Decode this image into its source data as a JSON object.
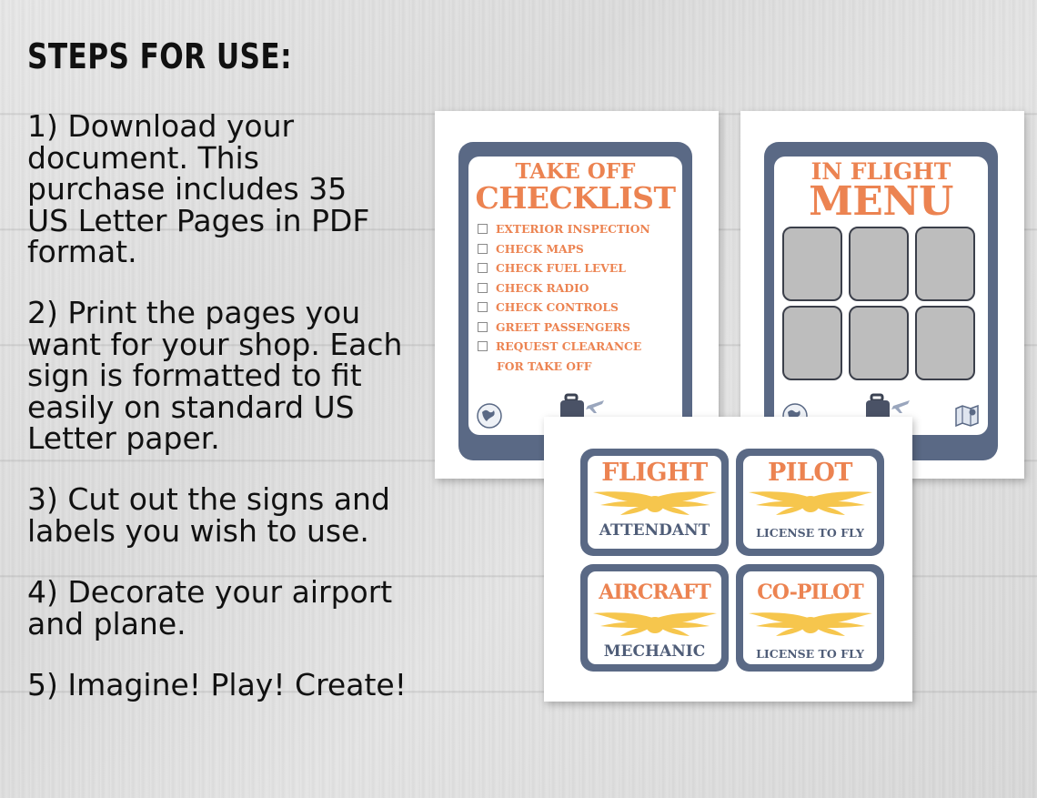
{
  "instructions": {
    "title": "STEPS FOR USE:",
    "steps": [
      "1) Download your\ndocument. This\npurchase includes 35\nUS Letter Pages in PDF\nformat.",
      "2) Print the pages you\nwant for your shop. Each\nsign is formatted to fit\neasily on standard US\nLetter paper.",
      "3) Cut out the signs and\nlabels you wish to use.",
      "4) Decorate your airport\nand plane.",
      "5) Imagine! Play! Create!"
    ]
  },
  "checklist_sign": {
    "title_small": "TAKE OFF",
    "title_big": "CHECKLIST",
    "items": [
      "EXTERIOR INSPECTION",
      "CHECK MAPS",
      "CHECK FUEL LEVEL",
      "CHECK RADIO",
      "CHECK CONTROLS",
      "GREET PASSENGERS",
      "REQUEST CLEARANCE"
    ],
    "item_continuation": "FOR TAKE OFF"
  },
  "menu_sign": {
    "title_small": "IN FLIGHT",
    "title_big": "MENU",
    "slot_count": 6
  },
  "badges": [
    {
      "title": "FLIGHT",
      "subtitle": "ATTENDANT"
    },
    {
      "title": "PILOT",
      "subtitle": "LICENSE TO FLY"
    },
    {
      "title": "AIRCRAFT",
      "subtitle": "MECHANIC"
    },
    {
      "title": "CO-PILOT",
      "subtitle": "LICENSE TO FLY"
    }
  ],
  "colors": {
    "accent_orange": "#ec8351",
    "frame_slate": "#5a6985",
    "wing_yellow": "#f6c64d",
    "menu_slot_gray": "#bdbdbd"
  }
}
